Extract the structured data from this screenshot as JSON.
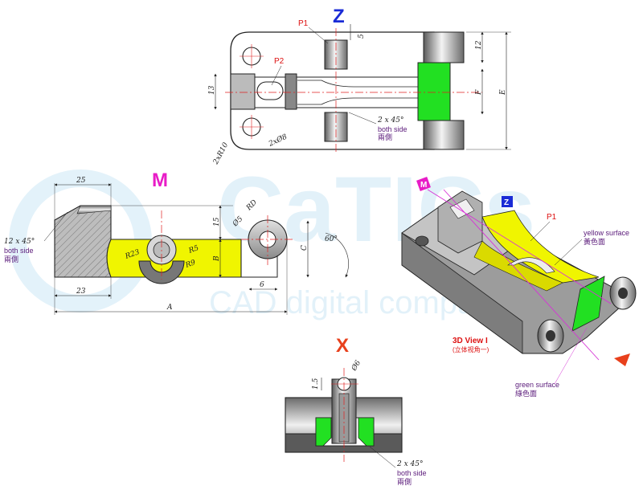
{
  "views": {
    "z": {
      "label": "Z",
      "color": "#1a2bd6"
    },
    "m": {
      "label": "M",
      "color": "#e81cc7"
    },
    "x": {
      "label": "X",
      "color": "#e8401c"
    },
    "iso_marker_m": "M",
    "iso_marker_z": "Z"
  },
  "points": {
    "p1": "P1",
    "p2": "P2",
    "p1_3d": "P1"
  },
  "dims": {
    "d5": "5",
    "d12": "12",
    "d13": "13",
    "dF": "F",
    "dE": "E",
    "chamfer_z": "2 x 45°",
    "holes_z": "2xØ8",
    "radius_z": "2xR10",
    "d25": "25",
    "d15": "15",
    "d23": "23",
    "dA": "A",
    "dB": "B",
    "dC": "C",
    "r23": "R23",
    "r5": "R5",
    "r9": "R9",
    "rD": "RD",
    "dia5": "Ø5",
    "d6": "6",
    "angle60": "60°",
    "chamfer_m": "12 x 45°",
    "dia6": "Ø6",
    "d1_5": "1.5",
    "chamfer_x": "2 x 45°"
  },
  "notes": {
    "both_side_en": "both side",
    "both_side_cn": "兩側",
    "yellow_en": "yellow surface",
    "yellow_cn": "黃色面",
    "green_en": "green surface",
    "green_cn": "綠色面",
    "view3d_en": "3D View I",
    "view3d_cn": "(立体视角一)"
  },
  "watermark": {
    "main": "CaTICs",
    "sub": "CAD digital company"
  },
  "colors": {
    "yellow": "#f0f500",
    "green": "#22e022",
    "steel": "#a9a9a9",
    "dim_line": "#222222",
    "center_line": "#e02020",
    "pink": "#d633d6"
  }
}
